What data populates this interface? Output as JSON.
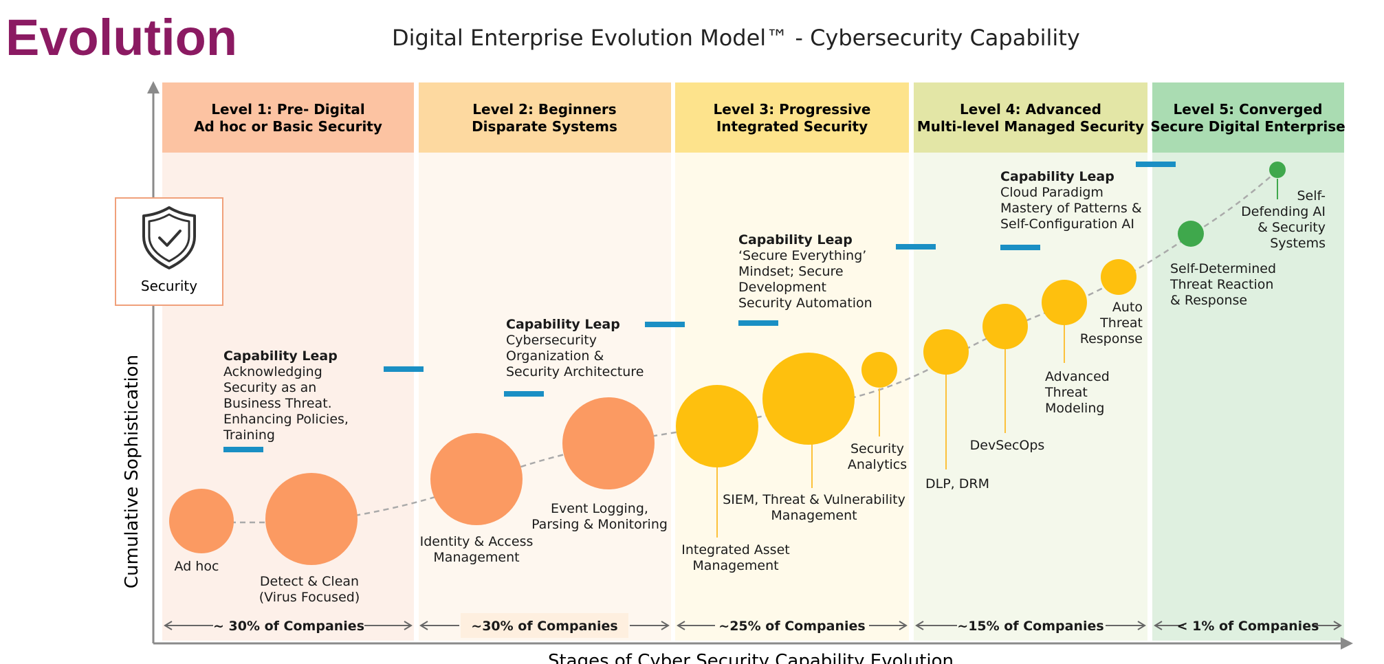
{
  "page_heading": "Evolution",
  "title": "Digital Enterprise Evolution Model™ - Cybersecurity Capability",
  "y_axis_label": "Cumulative Sophistication",
  "x_axis_label": "Stages of Cyber Security Capability Evolution",
  "security_badge": {
    "icon": "shield-check-icon",
    "label": "Security"
  },
  "levels": [
    {
      "title_lines": [
        "Level 1: Pre- Digital",
        "Ad hoc or Basic Security"
      ],
      "share": "~ 30% of Companies",
      "header_color": "#fcc3a2",
      "body_color": "#fdf0e9"
    },
    {
      "title_lines": [
        "Level 2: Beginners",
        "Disparate Systems"
      ],
      "share": "~30% of Companies",
      "header_color": "#fdd9a0",
      "body_color": "#fef7ef"
    },
    {
      "title_lines": [
        "Level 3: Progressive",
        "Integrated Security"
      ],
      "share": "~25% of Companies",
      "header_color": "#fde38c",
      "body_color": "#fffaea"
    },
    {
      "title_lines": [
        "Level 4: Advanced",
        "Multi-level Managed Security"
      ],
      "share": "~15% of Companies",
      "header_color": "#e3e6a6",
      "body_color": "#f4f8eb"
    },
    {
      "title_lines": [
        "Level 5: Converged",
        "Secure Digital Enterprise"
      ],
      "share": "< 1% of Companies",
      "header_color": "#aadcb2",
      "body_color": "#dff0e0"
    }
  ],
  "capability_leaps": [
    {
      "heading": "Capability Leap",
      "lines": [
        "Acknowledging",
        "Security as an",
        "Business Threat.",
        "Enhancing Policies,",
        "Training"
      ]
    },
    {
      "heading": "Capability Leap",
      "lines": [
        "Cybersecurity",
        "Organization &",
        "Security Architecture"
      ]
    },
    {
      "heading": "Capability Leap",
      "lines": [
        "‘Secure Everything’",
        "Mindset; Secure",
        "Development",
        "Security Automation"
      ]
    },
    {
      "heading": "Capability Leap",
      "lines": [
        "Cloud Paradigm",
        "Mastery of Patterns &",
        "Self-Configuration AI"
      ]
    }
  ],
  "capabilities": [
    {
      "label_lines": [
        "Ad hoc"
      ],
      "level": 1,
      "color": "#fb9a62"
    },
    {
      "label_lines": [
        "Detect & Clean",
        "(Virus Focused)"
      ],
      "level": 1,
      "color": "#fb9a62"
    },
    {
      "label_lines": [
        "Identity & Access",
        "Management"
      ],
      "level": 2,
      "color": "#fb9a62"
    },
    {
      "label_lines": [
        "Event Logging,",
        "Parsing & Monitoring"
      ],
      "level": 2,
      "color": "#fb9a62"
    },
    {
      "label_lines": [
        "Integrated Asset",
        "Management"
      ],
      "level": 3,
      "color": "#fec00e"
    },
    {
      "label_lines": [
        "SIEM, Threat & Vulnerability",
        "Management"
      ],
      "level": 3,
      "color": "#fec00e"
    },
    {
      "label_lines": [
        "Security",
        "Analytics"
      ],
      "level": 3,
      "color": "#fec00e"
    },
    {
      "label_lines": [
        "DLP, DRM"
      ],
      "level": 4,
      "color": "#fec00e"
    },
    {
      "label_lines": [
        "DevSecOps"
      ],
      "level": 4,
      "color": "#fec00e"
    },
    {
      "label_lines": [
        "Advanced",
        "Threat",
        "Modeling"
      ],
      "level": 4,
      "color": "#fec00e"
    },
    {
      "label_lines": [
        "Auto",
        "Threat",
        "Response"
      ],
      "level": 4,
      "color": "#fec00e"
    },
    {
      "label_lines": [
        "Self-Determined",
        "Threat Reaction",
        "& Response"
      ],
      "level": 5,
      "color": "#3fa84c"
    },
    {
      "label_lines": [
        "Self-",
        "Defending AI",
        "& Security",
        "Systems"
      ],
      "level": 5,
      "color": "#3fa84c"
    }
  ],
  "colors": {
    "heading": "#8b1a62",
    "marker": "#1a8fc4",
    "axis": "#8a8a8a",
    "trend": "#aaaaaa"
  }
}
